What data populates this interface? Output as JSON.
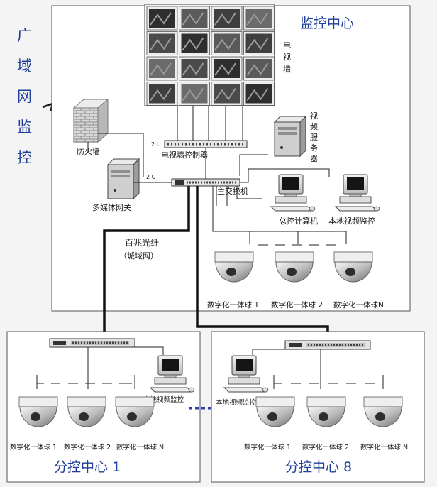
{
  "wan_label_chars": [
    "广",
    "域",
    "网",
    "监",
    "控"
  ],
  "monitor_center": {
    "title": "监控中心",
    "video_wall_chars": [
      "电",
      "视",
      "墙"
    ],
    "video_wall_controller": "电视墙控制器",
    "rack_unit_left": "2 U",
    "rack_unit_right": "2 U",
    "firewall": "防火墙",
    "multimedia_gateway": "多媒体网关",
    "main_switch": "主交换机",
    "video_server_chars": [
      "视",
      "频",
      "服",
      "务",
      "器"
    ],
    "master_computer": "总控计算机",
    "local_monitor": "本地视频监控",
    "dome_labels": [
      "数字化一体球 1",
      "数字化一体球 2",
      "数字化一体球N"
    ]
  },
  "fiber": {
    "label": "百兆光纤",
    "sublabel": "（城域网）"
  },
  "branch_left": {
    "title": "分控中心 1",
    "local_monitor": "本地视频监控",
    "dome_labels": [
      "数字化一体球 1",
      "数字化一体球 2",
      "数字化一体球 N"
    ]
  },
  "branch_right": {
    "title": "分控中心 8",
    "local_monitor": "本地视频监控",
    "dome_labels": [
      "数字化一体球 1",
      "数字化一体球 2",
      "数字化一体球 N"
    ]
  },
  "colors": {
    "title_blue": "#1f3f9a",
    "line": "#222222",
    "thick_line": "#111111",
    "dashed_link": "#2a3fa8"
  }
}
